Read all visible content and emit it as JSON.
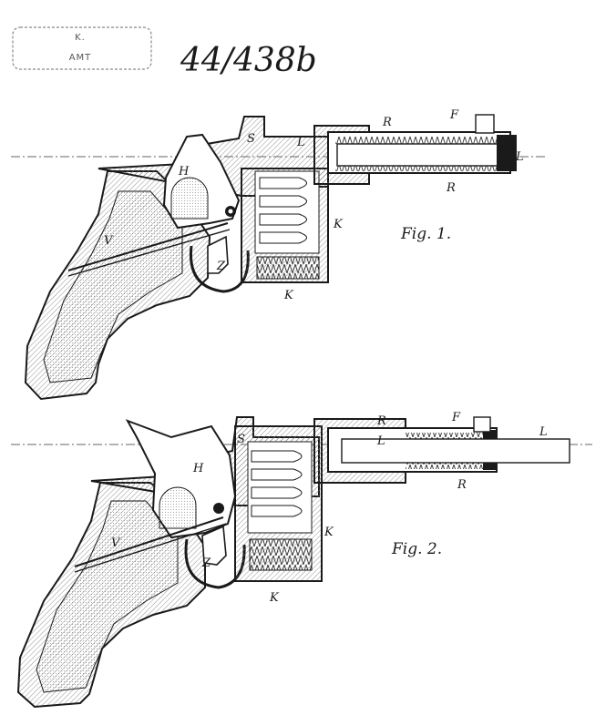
{
  "document_number": "44/438b",
  "stamp": {
    "line1": "K.",
    "line2": "AMT"
  },
  "figures": [
    {
      "caption": "Fig. 1.",
      "labels": {
        "H": "H",
        "S": "S",
        "L_inner": "L",
        "R_top": "R",
        "F": "F",
        "L_muzzle": "L",
        "R_bottom": "R",
        "K_mid": "K",
        "K_bottom": "K",
        "V": "V",
        "Z": "Z"
      }
    },
    {
      "caption": "Fig. 2.",
      "labels": {
        "H": "H",
        "S": "S",
        "L_inner": "L",
        "R_top": "R",
        "F": "F",
        "L_muzzle": "L",
        "R_bottom": "R",
        "K_mid": "K",
        "K_bottom": "K",
        "V": "V",
        "Z": "Z"
      }
    }
  ],
  "colors": {
    "ink": "#1a1a1a",
    "paper": "#ffffff",
    "hatch": "#6a6a6a",
    "stamp": "#777777"
  }
}
